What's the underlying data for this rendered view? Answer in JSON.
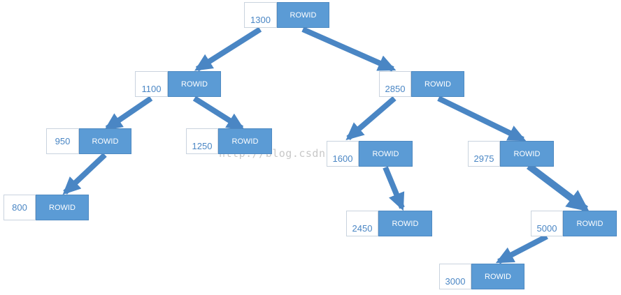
{
  "tree": {
    "pointer_label": "ROWID",
    "nodes": [
      {
        "key": "1300"
      },
      {
        "key": "1100"
      },
      {
        "key": "2850"
      },
      {
        "key": "950"
      },
      {
        "key": "1250"
      },
      {
        "key": "1600"
      },
      {
        "key": "2975"
      },
      {
        "key": "800"
      },
      {
        "key": "2450"
      },
      {
        "key": "5000"
      },
      {
        "key": "3000"
      }
    ],
    "edges": [
      [
        "1300",
        "1100"
      ],
      [
        "1300",
        "2850"
      ],
      [
        "1100",
        "950"
      ],
      [
        "1100",
        "1250"
      ],
      [
        "2850",
        "1600"
      ],
      [
        "2850",
        "2975"
      ],
      [
        "950",
        "800"
      ],
      [
        "1600",
        "2450"
      ],
      [
        "2975",
        "5000"
      ],
      [
        "5000",
        "3000"
      ]
    ]
  },
  "watermark": "http://blog.csdn.net/leshami",
  "colors": {
    "node_fill": "#5b9bd5",
    "arrow": "#4a86c4",
    "key_text": "#4a86c4"
  }
}
